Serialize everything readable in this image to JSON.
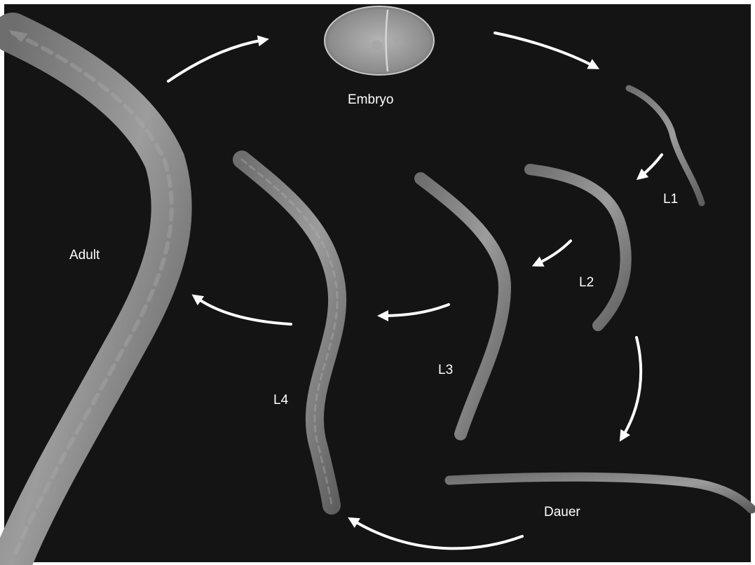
{
  "figure": {
    "background_color": "#141414",
    "worm_color": "#8a8a8a",
    "arrow_color": "#ffffff",
    "label_color": "#ffffff"
  },
  "stages": {
    "embryo": "Embryo",
    "l1": "L1",
    "l2": "L2",
    "l3": "L3",
    "l4": "L4",
    "adult": "Adult",
    "dauer": "Dauer"
  }
}
